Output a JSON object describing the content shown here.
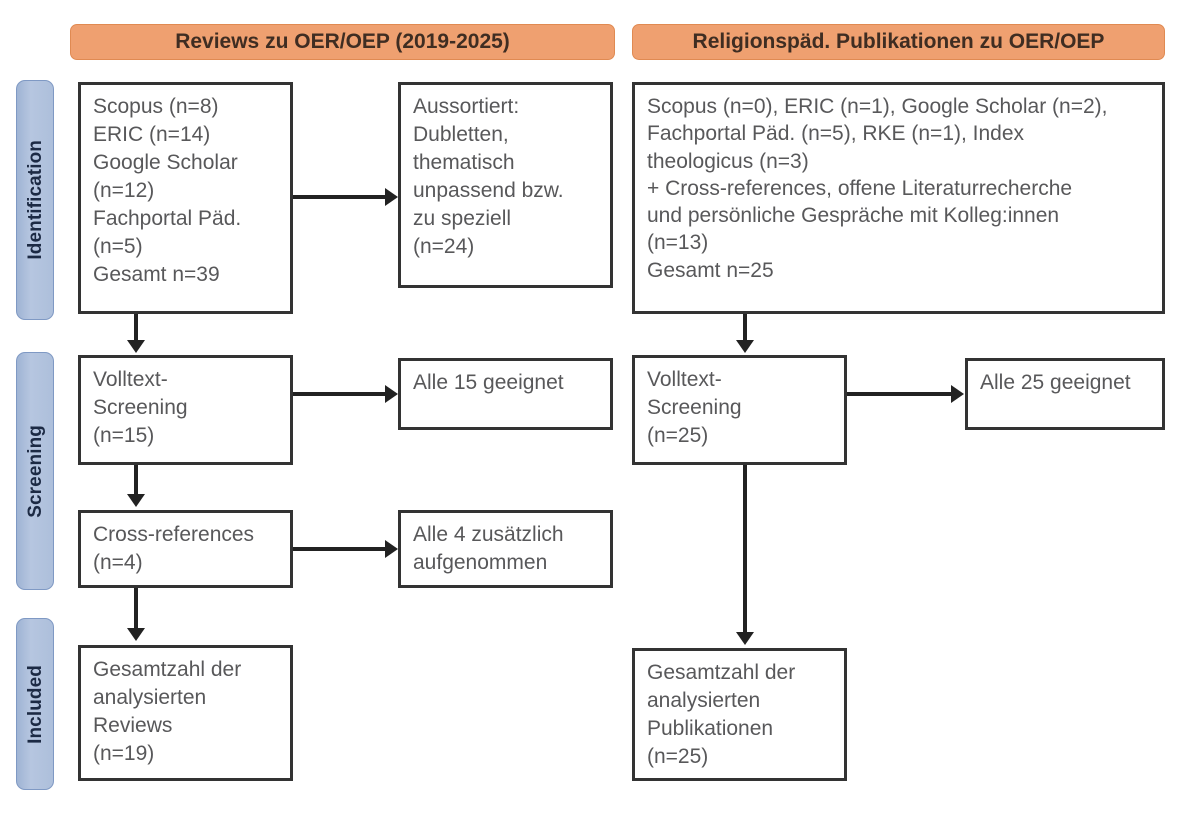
{
  "diagram": {
    "type": "prisma-flow-diagram",
    "accent_header_color": "#efa070",
    "phase_pill_color": "#aebfdb",
    "node_border_color": "#333333",
    "text_color": "#58585a"
  },
  "phases": [
    {
      "id": "identification",
      "label": "Identification"
    },
    {
      "id": "screening",
      "label": "Screening"
    },
    {
      "id": "included",
      "label": "Included"
    }
  ],
  "columns": [
    {
      "id": "reviews",
      "header": "Reviews zu OER/OEP (2019-2025)"
    },
    {
      "id": "publikationen",
      "header": "Religionspäd. Publikationen zu OER/OEP"
    }
  ],
  "nodes": {
    "left_identification": "Scopus (n=8)\nERIC (n=14)\nGoogle Scholar\n(n=12)\nFachportal Päd.\n(n=5)\nGesamt n=39",
    "left_excluded": "Aussortiert:\nDubletten,\nthematisch\nunpassend bzw.\nzu speziell\n(n=24)",
    "left_screening": "Volltext-\nScreening\n(n=15)",
    "left_screening_result": "Alle 15 geeignet",
    "left_crossref": "Cross-references\n(n=4)",
    "left_crossref_result": "Alle 4 zusätzlich\naufgenommen",
    "left_included": "Gesamtzahl der\nanalysierten\nReviews\n(n=19)",
    "right_identification": "Scopus (n=0), ERIC (n=1), Google Scholar (n=2),\nFachportal Päd. (n=5), RKE (n=1), Index\ntheologicus (n=3)\n+ Cross-references, offene Literaturrecherche\nund persönliche Gespräche mit Kolleg:innen\n(n=13)\nGesamt n=25",
    "right_screening": "Volltext-\nScreening\n(n=25)",
    "right_screening_result": "Alle 25 geeignet",
    "right_included": "Gesamtzahl der\nanalysierten\nPublikationen\n(n=25)"
  },
  "counts": {
    "left_scopus": 8,
    "left_eric": 14,
    "left_google_scholar": 12,
    "left_fachportal": 5,
    "left_total": 39,
    "left_excluded": 24,
    "left_fulltext_screening": 15,
    "left_screening_eligible": 15,
    "left_crossrefs": 4,
    "left_crossrefs_added": 4,
    "left_included": 19,
    "right_scopus": 0,
    "right_eric": 1,
    "right_google_scholar": 2,
    "right_fachportal": 5,
    "right_rke": 1,
    "right_index_theologicus": 3,
    "right_additional": 13,
    "right_total": 25,
    "right_fulltext_screening": 25,
    "right_screening_eligible": 25,
    "right_included": 25
  }
}
